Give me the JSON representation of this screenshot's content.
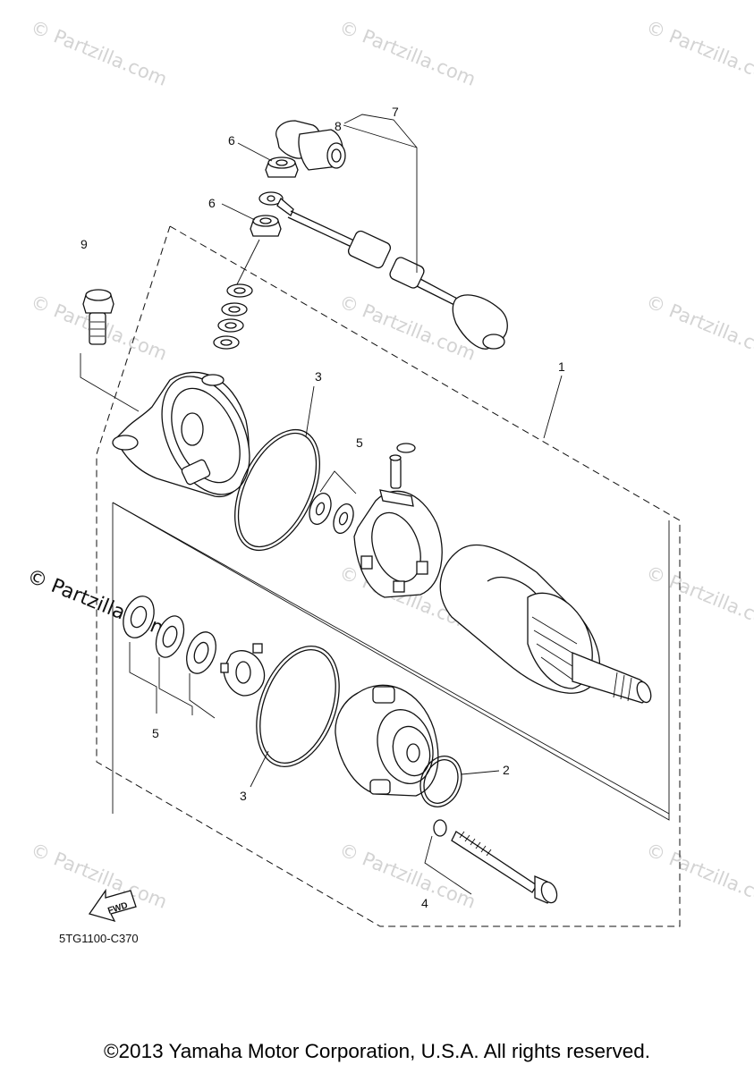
{
  "watermarks": {
    "faint": "© Partzilla.com",
    "strong": "© Partzilla.com"
  },
  "callouts": {
    "c1": "1",
    "c2": "2",
    "c3a": "3",
    "c3b": "3",
    "c4": "4",
    "c5a": "5",
    "c5b": "5",
    "c6a": "6",
    "c6b": "6",
    "c7": "7",
    "c8": "8",
    "c9": "9"
  },
  "fwd_arrow": "FWD",
  "diagram_code": "5TG1100-C370",
  "copyright": "©2013 Yamaha Motor Corporation, U.S.A. All rights reserved.",
  "colors": {
    "line": "#111111",
    "watermark": "#d3d3d3",
    "background": "#ffffff"
  }
}
